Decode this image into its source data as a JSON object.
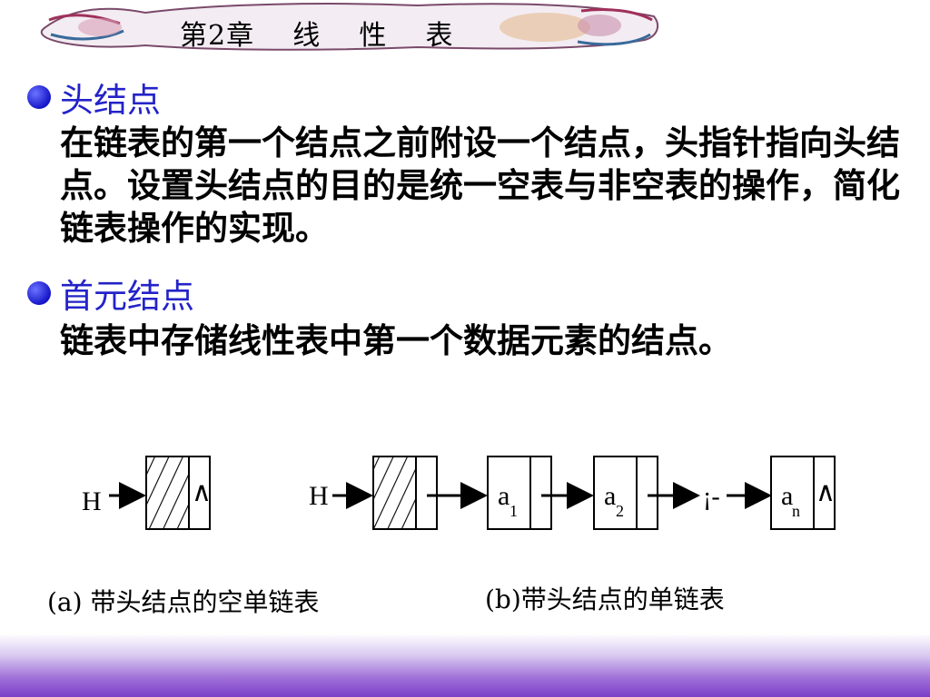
{
  "header": {
    "chapter_title": "第2章    线    性    表"
  },
  "sections": [
    {
      "label": "头结点",
      "body": "在链表的第一个结点之前附设一个结点，头指针指向头结点。设置头结点的目的是统一空表与非空表的操作，简化链表操作的实现。"
    },
    {
      "label": "首元结点",
      "body": "链表中存储线性表中第一个数据元素的结点。"
    }
  ],
  "diagram": {
    "head_label": "H",
    "null_symbol": "∧",
    "ellipsis": "¡-",
    "element_base": "a",
    "subscripts": [
      "1",
      "2",
      "n"
    ],
    "caption_a": "(a) 带头结点的空单链表",
    "caption_b": "(b)带头结点的单链表"
  },
  "colors": {
    "bullet_label": "#2323c9",
    "bullet_dot": "#1515c8",
    "bottom_bar": "#7a3fc8"
  }
}
